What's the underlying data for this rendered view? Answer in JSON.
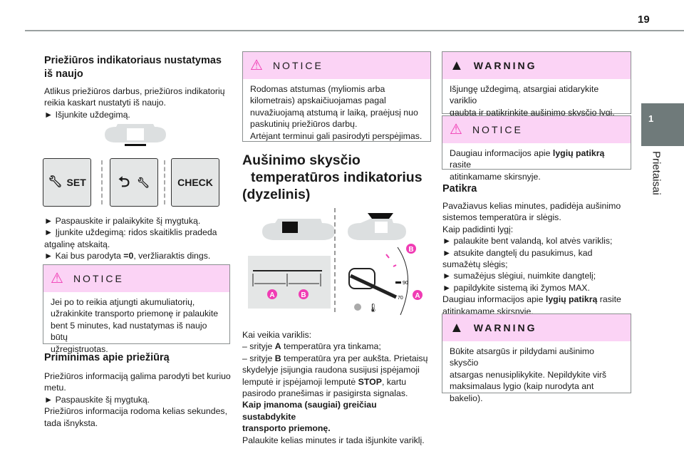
{
  "page_number": "19",
  "side_tab": {
    "number": "1",
    "label": "Prietaisai"
  },
  "col1": {
    "heading": [
      "Priežiūros indikatoriaus nustatymas",
      "iš naujo"
    ],
    "intro": [
      "Atlikus priežiūros darbus, priežiūros indikatorių",
      "reikia kaskart nustatyti iš naujo.",
      "► Išjunkite uždegimą."
    ],
    "buttons": {
      "set": "SET",
      "check": "CHECK"
    },
    "steps": [
      "► Paspauskite ir palaikykite šį mygtuką.",
      "► Įjunkite uždegimą: ridos skaitiklis pradeda",
      "atgalinę atskaitą."
    ],
    "step3_pre": "► Kai bus parodyta ",
    "step3_bold": "=0",
    "step3_post": ", veržliaraktis dings.",
    "notice": {
      "title": "NOTICE",
      "lines": [
        "Jei po to reikia atjungti akumuliatorių,",
        "užrakinkite transporto priemonę ir palaukite",
        "bent 5 minutes, kad nustatymas iš naujo būtų",
        "užregistruotas."
      ]
    },
    "heading2": "Priminimas apie priežiūrą",
    "body2": [
      "Priežiūros informaciją galima parodyti bet kuriuo",
      "metu.",
      "► Paspauskite šį mygtuką.",
      "Priežiūros informacija rodoma kelias sekundes,",
      "tada išnyksta."
    ]
  },
  "col2": {
    "notice": {
      "title": "NOTICE",
      "lines": [
        "Rodomas atstumas (myliomis arba",
        "kilometrais) apskaičiuojamas pagal",
        "nuvažiuojamą atstumą ir laiką, praėjusį nuo",
        "paskutinių priežiūros darbų.",
        "Artėjant terminui gali pasirodyti perspėjimas."
      ]
    },
    "heading": [
      "Aušinimo skysčio",
      "temperatūros indikatorius",
      "(dyzelinis)"
    ],
    "figure": {
      "label_a": "A",
      "label_b": "B",
      "gauge_90": "90",
      "gauge_70": "70"
    },
    "body": {
      "l1": "Kai veikia variklis:",
      "l2_pre": "– srityje ",
      "l2_b": "A",
      "l2_post": " temperatūra yra tinkama;",
      "l3_pre": "– srityje ",
      "l3_b": "B",
      "l3_post": " temperatūra yra per aukšta. Prietaisų",
      "l4": "skydelyje įsijungia raudona susijusi įspėjamoji",
      "l5_pre": "lemputė ir įspėjamoji lemputė ",
      "l5_b": "STOP",
      "l5_post": ", kartu",
      "l6": "pasirodo pranešimas ir pasigirsta signalas.",
      "l7": "Kaip įmanoma (saugiai) greičiau sustabdykite",
      "l8": "transporto priemonę.",
      "l9": "Palaukite kelias minutes ir tada išjunkite variklį."
    }
  },
  "col3": {
    "warning1": {
      "title": "WARNING",
      "lines": [
        "Išjungę uždegimą, atsargiai atidarykite variklio",
        "gaubtą ir patikrinkite aušinimo skysčio lygį."
      ]
    },
    "notice": {
      "title": "NOTICE",
      "pre": "Daugiau informacijos apie ",
      "bold": "lygių patikrą",
      "post": " rasite",
      "line2": "atitinkamame skirsnyje."
    },
    "heading": "Patikra",
    "body": [
      "Pavažiavus kelias minutes, padidėja aušinimo",
      "sistemos temperatūra ir slėgis.",
      "Kaip padidinti lygį:",
      "► palaukite bent valandą, kol atvės variklis;",
      "► atsukite dangtelį du pasukimus, kad",
      "sumažėtų slėgis;",
      "► sumažėjus slėgiui, nuimkite dangtelį;",
      "► papildykite sistemą iki žymos MAX."
    ],
    "last_pre": "Daugiau informacijos apie ",
    "last_bold": "lygių patikrą",
    "last_post": " rasite",
    "last_line2": "atitinkamame skirsnyje.",
    "warning2": {
      "title": "WARNING",
      "lines": [
        "Būkite atsargūs ir pildydami aušinimo skysčio",
        "atsargas nenusiplikykite. Nepildykite virš",
        "maksimalaus lygio (kaip nurodyta ant",
        "bakelio)."
      ]
    }
  }
}
